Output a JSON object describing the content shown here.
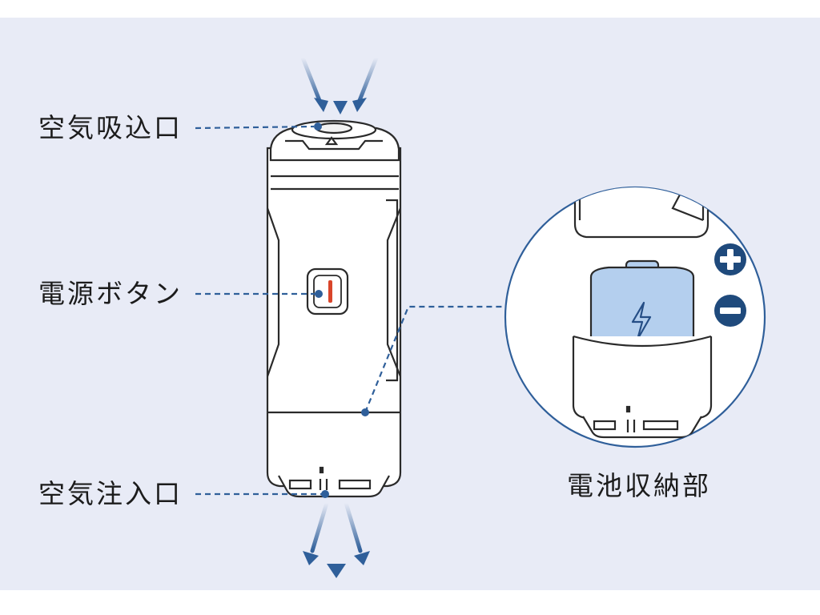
{
  "labels": {
    "air_intake": "空気吸込口",
    "power_button": "電源ボタン",
    "air_outlet": "空気注入口",
    "battery_compartment": "電池収納部"
  },
  "colors": {
    "background": "#e8ebf6",
    "outline": "#2a2a2a",
    "leader_line": "#2f5f9a",
    "arrow": "#2f5f9a",
    "battery_fill": "#b4cfee",
    "battery_symbol": "#254e86",
    "polarity_badge": "#1f4a7c",
    "power_indicator": "#d9452a"
  },
  "icons": {
    "positive_terminal": "plus-circle-icon",
    "negative_terminal": "minus-circle-icon",
    "charge": "lightning-bolt-icon"
  }
}
